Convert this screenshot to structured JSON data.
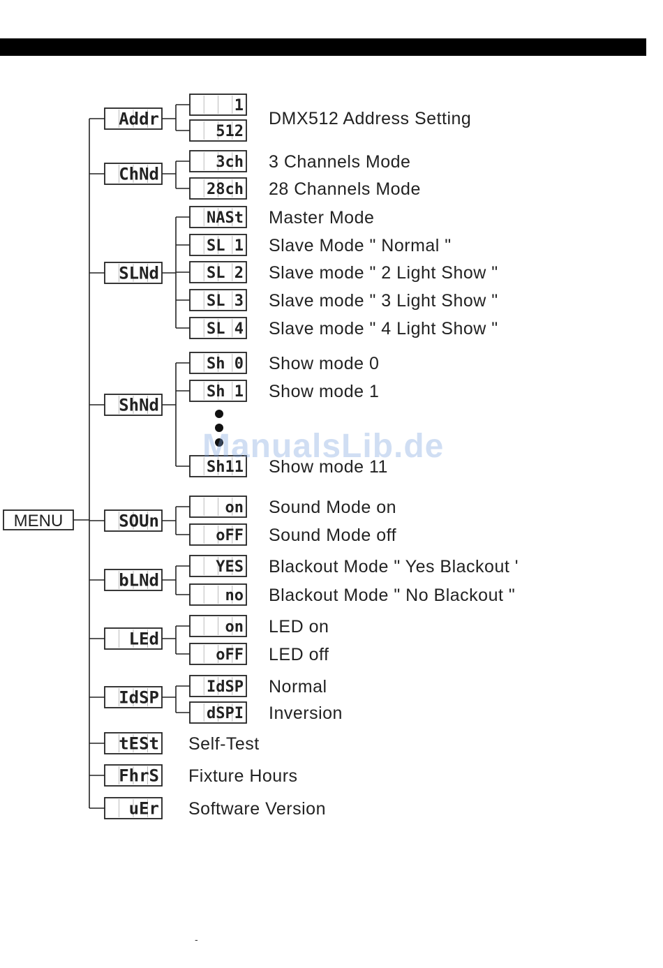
{
  "root": {
    "label": "MENU"
  },
  "watermark": "ManualsLib.de",
  "footer": "-",
  "menus": [
    {
      "code": "Addr",
      "children": [
        {
          "code": "1",
          "desc": "DMX512 Address Setting"
        },
        {
          "code": "512",
          "desc": ""
        }
      ]
    },
    {
      "code": "ChNd",
      "children": [
        {
          "code": "3ch",
          "desc": "3 Channels Mode"
        },
        {
          "code": "28ch",
          "desc": "28 Channels Mode"
        }
      ]
    },
    {
      "code": "SLNd",
      "children": [
        {
          "code": "NASt",
          "desc": "Master Mode"
        },
        {
          "code": "SL  1",
          "desc": "Slave Mode \" Normal \""
        },
        {
          "code": "SL  2",
          "desc": "Slave mode \" 2 Light Show \""
        },
        {
          "code": "SL  3",
          "desc": "Slave mode \" 3 Light Show \""
        },
        {
          "code": "SL  4",
          "desc": "Slave mode \" 4 Light Show \""
        }
      ]
    },
    {
      "code": "ShNd",
      "children": [
        {
          "code": "Sh  0",
          "desc": "Show mode 0"
        },
        {
          "code": "Sh  1",
          "desc": "Show mode 1"
        },
        {
          "code": "Sh11",
          "desc": "Show mode 11"
        }
      ]
    },
    {
      "code": "SOUn",
      "children": [
        {
          "code": "on",
          "desc": "Sound Mode on"
        },
        {
          "code": "oFF",
          "desc": "Sound Mode off"
        }
      ]
    },
    {
      "code": "bLNd",
      "children": [
        {
          "code": "YES",
          "desc": "Blackout Mode \" Yes Blackout '"
        },
        {
          "code": "no",
          "desc": "Blackout Mode \" No Blackout \""
        }
      ]
    },
    {
      "code": "LEd",
      "children": [
        {
          "code": "on",
          "desc": "LED on"
        },
        {
          "code": "oFF",
          "desc": "LED off"
        }
      ]
    },
    {
      "code": "IdSP",
      "children": [
        {
          "code": "IdSP",
          "desc": "Normal"
        },
        {
          "code": "dSPI",
          "desc": "Inversion"
        }
      ]
    },
    {
      "code": "tESt",
      "desc": "Self-Test"
    },
    {
      "code": "FhrS",
      "desc": "Fixture Hours"
    },
    {
      "code": "uEr",
      "desc": "Software Version"
    }
  ]
}
